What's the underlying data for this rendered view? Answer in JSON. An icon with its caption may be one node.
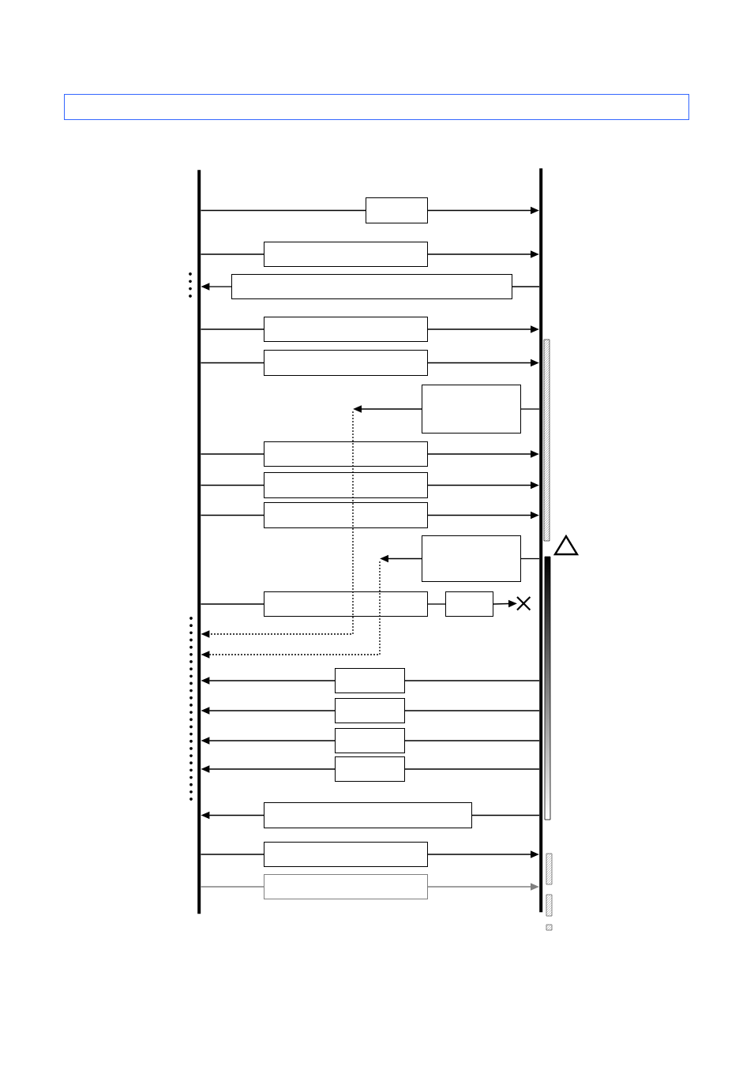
{
  "diagram": {
    "nodes": [
      {
        "text": [],
        "shape": "box"
      },
      {
        "text": [],
        "shape": "bar"
      },
      {
        "text": [],
        "shape": "bar"
      },
      {
        "text": [],
        "shape": "box"
      },
      {
        "text": [],
        "shape": "box"
      },
      {
        "text": [],
        "shape": "box"
      },
      {
        "text": [],
        "shape": "box"
      },
      {
        "text": [],
        "shape": "box"
      },
      {
        "text": [],
        "shape": "box"
      },
      {
        "text": [],
        "shape": "box"
      },
      {
        "text": [],
        "shape": "box"
      },
      {
        "text": [],
        "shape": "box"
      },
      {
        "text": [],
        "shape": "box"
      },
      {
        "text": [],
        "shape": "box"
      },
      {
        "text": [],
        "shape": "box"
      },
      {
        "text": [],
        "shape": "cross"
      },
      {
        "text": [],
        "shape": "box"
      },
      {
        "text": [],
        "shape": "box"
      },
      {
        "text": [],
        "shape": "box"
      },
      {
        "text": [],
        "shape": "box"
      },
      {
        "text": [],
        "shape": "box"
      },
      {
        "text": [],
        "shape": "box"
      },
      {
        "text": [],
        "shape": "box"
      }
    ],
    "edges": [
      {
        "from": 1,
        "to": 3,
        "arrow": "none"
      },
      {
        "from": 3,
        "to": 2,
        "arrow": "to"
      },
      {
        "from": 1,
        "to": 4,
        "arrow": "none"
      },
      {
        "from": 4,
        "to": 2,
        "arrow": "to"
      },
      {
        "from": 2,
        "to": 5,
        "arrow": "none"
      },
      {
        "from": 5,
        "to": 1,
        "arrow": "to"
      },
      {
        "from": 1,
        "to": 6,
        "arrow": "none"
      },
      {
        "from": 6,
        "to": 2,
        "arrow": "to"
      },
      {
        "from": 1,
        "to": 7,
        "arrow": "none"
      },
      {
        "from": 7,
        "to": 2,
        "arrow": "to"
      },
      {
        "from": 2,
        "to": 8,
        "arrow": "none"
      },
      {
        "from": 8,
        "to": null,
        "arrow": "to"
      },
      {
        "from": 1,
        "to": 9,
        "arrow": "none"
      },
      {
        "from": 9,
        "to": 2,
        "arrow": "to"
      },
      {
        "from": 1,
        "to": 10,
        "arrow": "none"
      },
      {
        "from": 10,
        "to": 2,
        "arrow": "to"
      },
      {
        "from": 1,
        "to": 11,
        "arrow": "none"
      },
      {
        "from": 11,
        "to": 2,
        "arrow": "to"
      },
      {
        "from": 2,
        "to": 12,
        "arrow": "none"
      },
      {
        "from": 12,
        "to": null,
        "arrow": "to"
      },
      {
        "from": 1,
        "to": 13,
        "arrow": "none"
      },
      {
        "from": 13,
        "to": 14,
        "arrow": "none"
      },
      {
        "from": 14,
        "to": 15,
        "arrow": "to"
      },
      {
        "from": null,
        "to": 1,
        "arrow": "to",
        "style": "dashed"
      },
      {
        "from": null,
        "to": 1,
        "arrow": "to",
        "style": "dashed"
      },
      {
        "from": 2,
        "to": 16,
        "arrow": "none"
      },
      {
        "from": 16,
        "to": 1,
        "arrow": "to"
      },
      {
        "from": 2,
        "to": 17,
        "arrow": "none"
      },
      {
        "from": 17,
        "to": 1,
        "arrow": "to"
      },
      {
        "from": 2,
        "to": 18,
        "arrow": "none"
      },
      {
        "from": 18,
        "to": 1,
        "arrow": "to"
      },
      {
        "from": 2,
        "to": 19,
        "arrow": "none"
      },
      {
        "from": 19,
        "to": 1,
        "arrow": "to"
      },
      {
        "from": 2,
        "to": 20,
        "arrow": "none"
      },
      {
        "from": 20,
        "to": 1,
        "arrow": "to"
      },
      {
        "from": 1,
        "to": 21,
        "arrow": "none"
      },
      {
        "from": 21,
        "to": 2,
        "arrow": "to"
      },
      {
        "from": 1,
        "to": 22,
        "arrow": "none",
        "color": "#808080"
      },
      {
        "from": 22,
        "to": 2,
        "arrow": "to",
        "color": "#808080"
      }
    ]
  }
}
